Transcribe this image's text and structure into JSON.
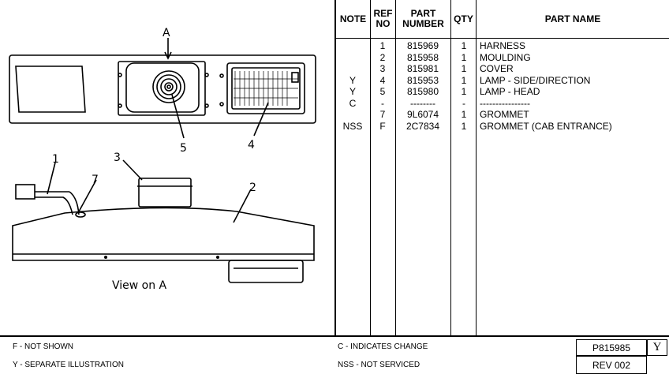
{
  "drawing": {
    "callouts": {
      "a": "A",
      "c1": "1",
      "c2": "2",
      "c3": "3",
      "c4": "4",
      "c5": "5",
      "c7": "7"
    },
    "view_label": "View on A"
  },
  "table": {
    "headers": {
      "note": "NOTE",
      "ref_no": "REF NO",
      "part_number": "PART NUMBER",
      "qty": "QTY",
      "part_name": "PART NAME"
    },
    "rows": [
      {
        "note": "",
        "ref": "1",
        "part": "815969",
        "qty": "1",
        "name": "HARNESS"
      },
      {
        "note": "",
        "ref": "2",
        "part": "815958",
        "qty": "1",
        "name": "MOULDING"
      },
      {
        "note": "",
        "ref": "3",
        "part": "815981",
        "qty": "1",
        "name": "COVER"
      },
      {
        "note": "Y",
        "ref": "4",
        "part": "815953",
        "qty": "1",
        "name": "LAMP - SIDE/DIRECTION"
      },
      {
        "note": "Y",
        "ref": "5",
        "part": "815980",
        "qty": "1",
        "name": "LAMP - HEAD"
      },
      {
        "note": "C",
        "ref": "-",
        "part": "--------",
        "qty": "-",
        "name": "----------------"
      },
      {
        "note": "",
        "ref": "7",
        "part": "9L6074",
        "qty": "1",
        "name": "GROMMET"
      },
      {
        "note": "NSS",
        "ref": "F",
        "part": "2C7834",
        "qty": "1",
        "name": "GROMMET (CAB ENTRANCE)"
      }
    ]
  },
  "footer": {
    "f_not_shown": "F - NOT SHOWN",
    "y_separate": "Y - SEPARATE ILLUSTRATION",
    "c_change": "C - INDICATES CHANGE",
    "nss": "NSS - NOT SERVICED",
    "page_id": "P815985",
    "rev": "REV 002",
    "flag": "Y"
  }
}
